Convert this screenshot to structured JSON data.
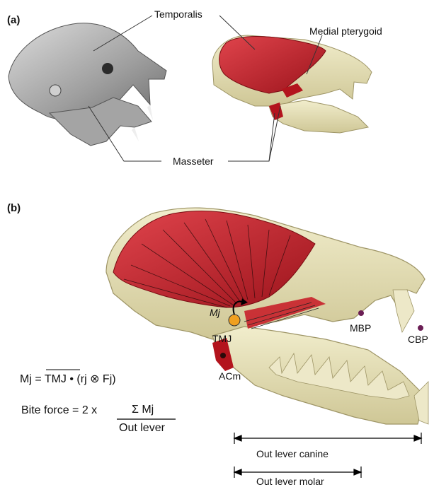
{
  "panels": {
    "a": "(a)",
    "b": "(b)"
  },
  "labels": {
    "temporalis": "Temporalis",
    "medial_pterygoid": "Medial pterygoid",
    "masseter": "Masseter",
    "mj": "Mj",
    "tmj": "TMJ",
    "mbp": "MBP",
    "cbp": "CBP",
    "acm": "ACm"
  },
  "equations": {
    "moment": "Mj = TMJ • (rj ⊗ Fj)",
    "bite_prefix": "Bite force = 2 x",
    "numerator": "Σ Mj",
    "denominator": "Out lever"
  },
  "levers": {
    "canine": "Out lever canine",
    "molar": "Out lever molar"
  },
  "colors": {
    "bone": "#e8e3bd",
    "bone_shadow": "#c8c192",
    "muscle": "#c8202a",
    "muscle_dark": "#8e1016",
    "photo_skull": "#b9b9b9",
    "tmj_dot": "#f0a020",
    "landmark_dot": "#6b1e55"
  }
}
